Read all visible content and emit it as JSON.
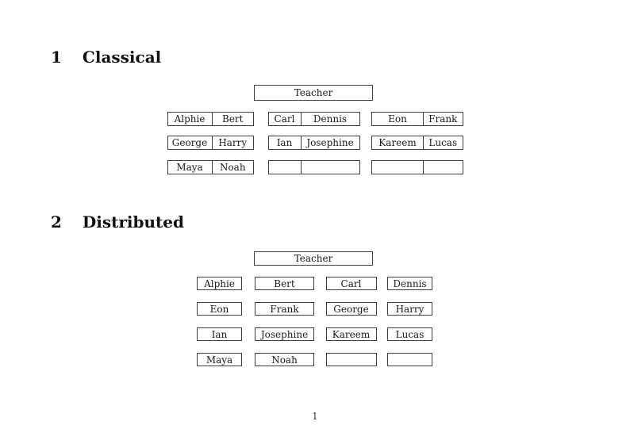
{
  "page": {
    "number": "1"
  },
  "sections": [
    {
      "number": "1",
      "title": "Classical",
      "teacher_label": "Teacher",
      "desks": [
        [
          [
            "Alphie",
            "Bert"
          ],
          [
            "Carl",
            "Dennis"
          ],
          [
            "Eon",
            "Frank"
          ]
        ],
        [
          [
            "George",
            "Harry"
          ],
          [
            "Ian",
            "Josephine"
          ],
          [
            "Kareem",
            "Lucas"
          ]
        ],
        [
          [
            "Maya",
            "Noah"
          ],
          [
            "",
            ""
          ],
          [
            "",
            ""
          ]
        ]
      ]
    },
    {
      "number": "2",
      "title": "Distributed",
      "teacher_label": "Teacher",
      "desks": [
        [
          "Alphie",
          "Bert",
          "Carl",
          "Dennis"
        ],
        [
          "Eon",
          "Frank",
          "George",
          "Harry"
        ],
        [
          "Ian",
          "Josephine",
          "Kareem",
          "Lucas"
        ],
        [
          "Maya",
          "Noah",
          "",
          ""
        ]
      ]
    }
  ]
}
